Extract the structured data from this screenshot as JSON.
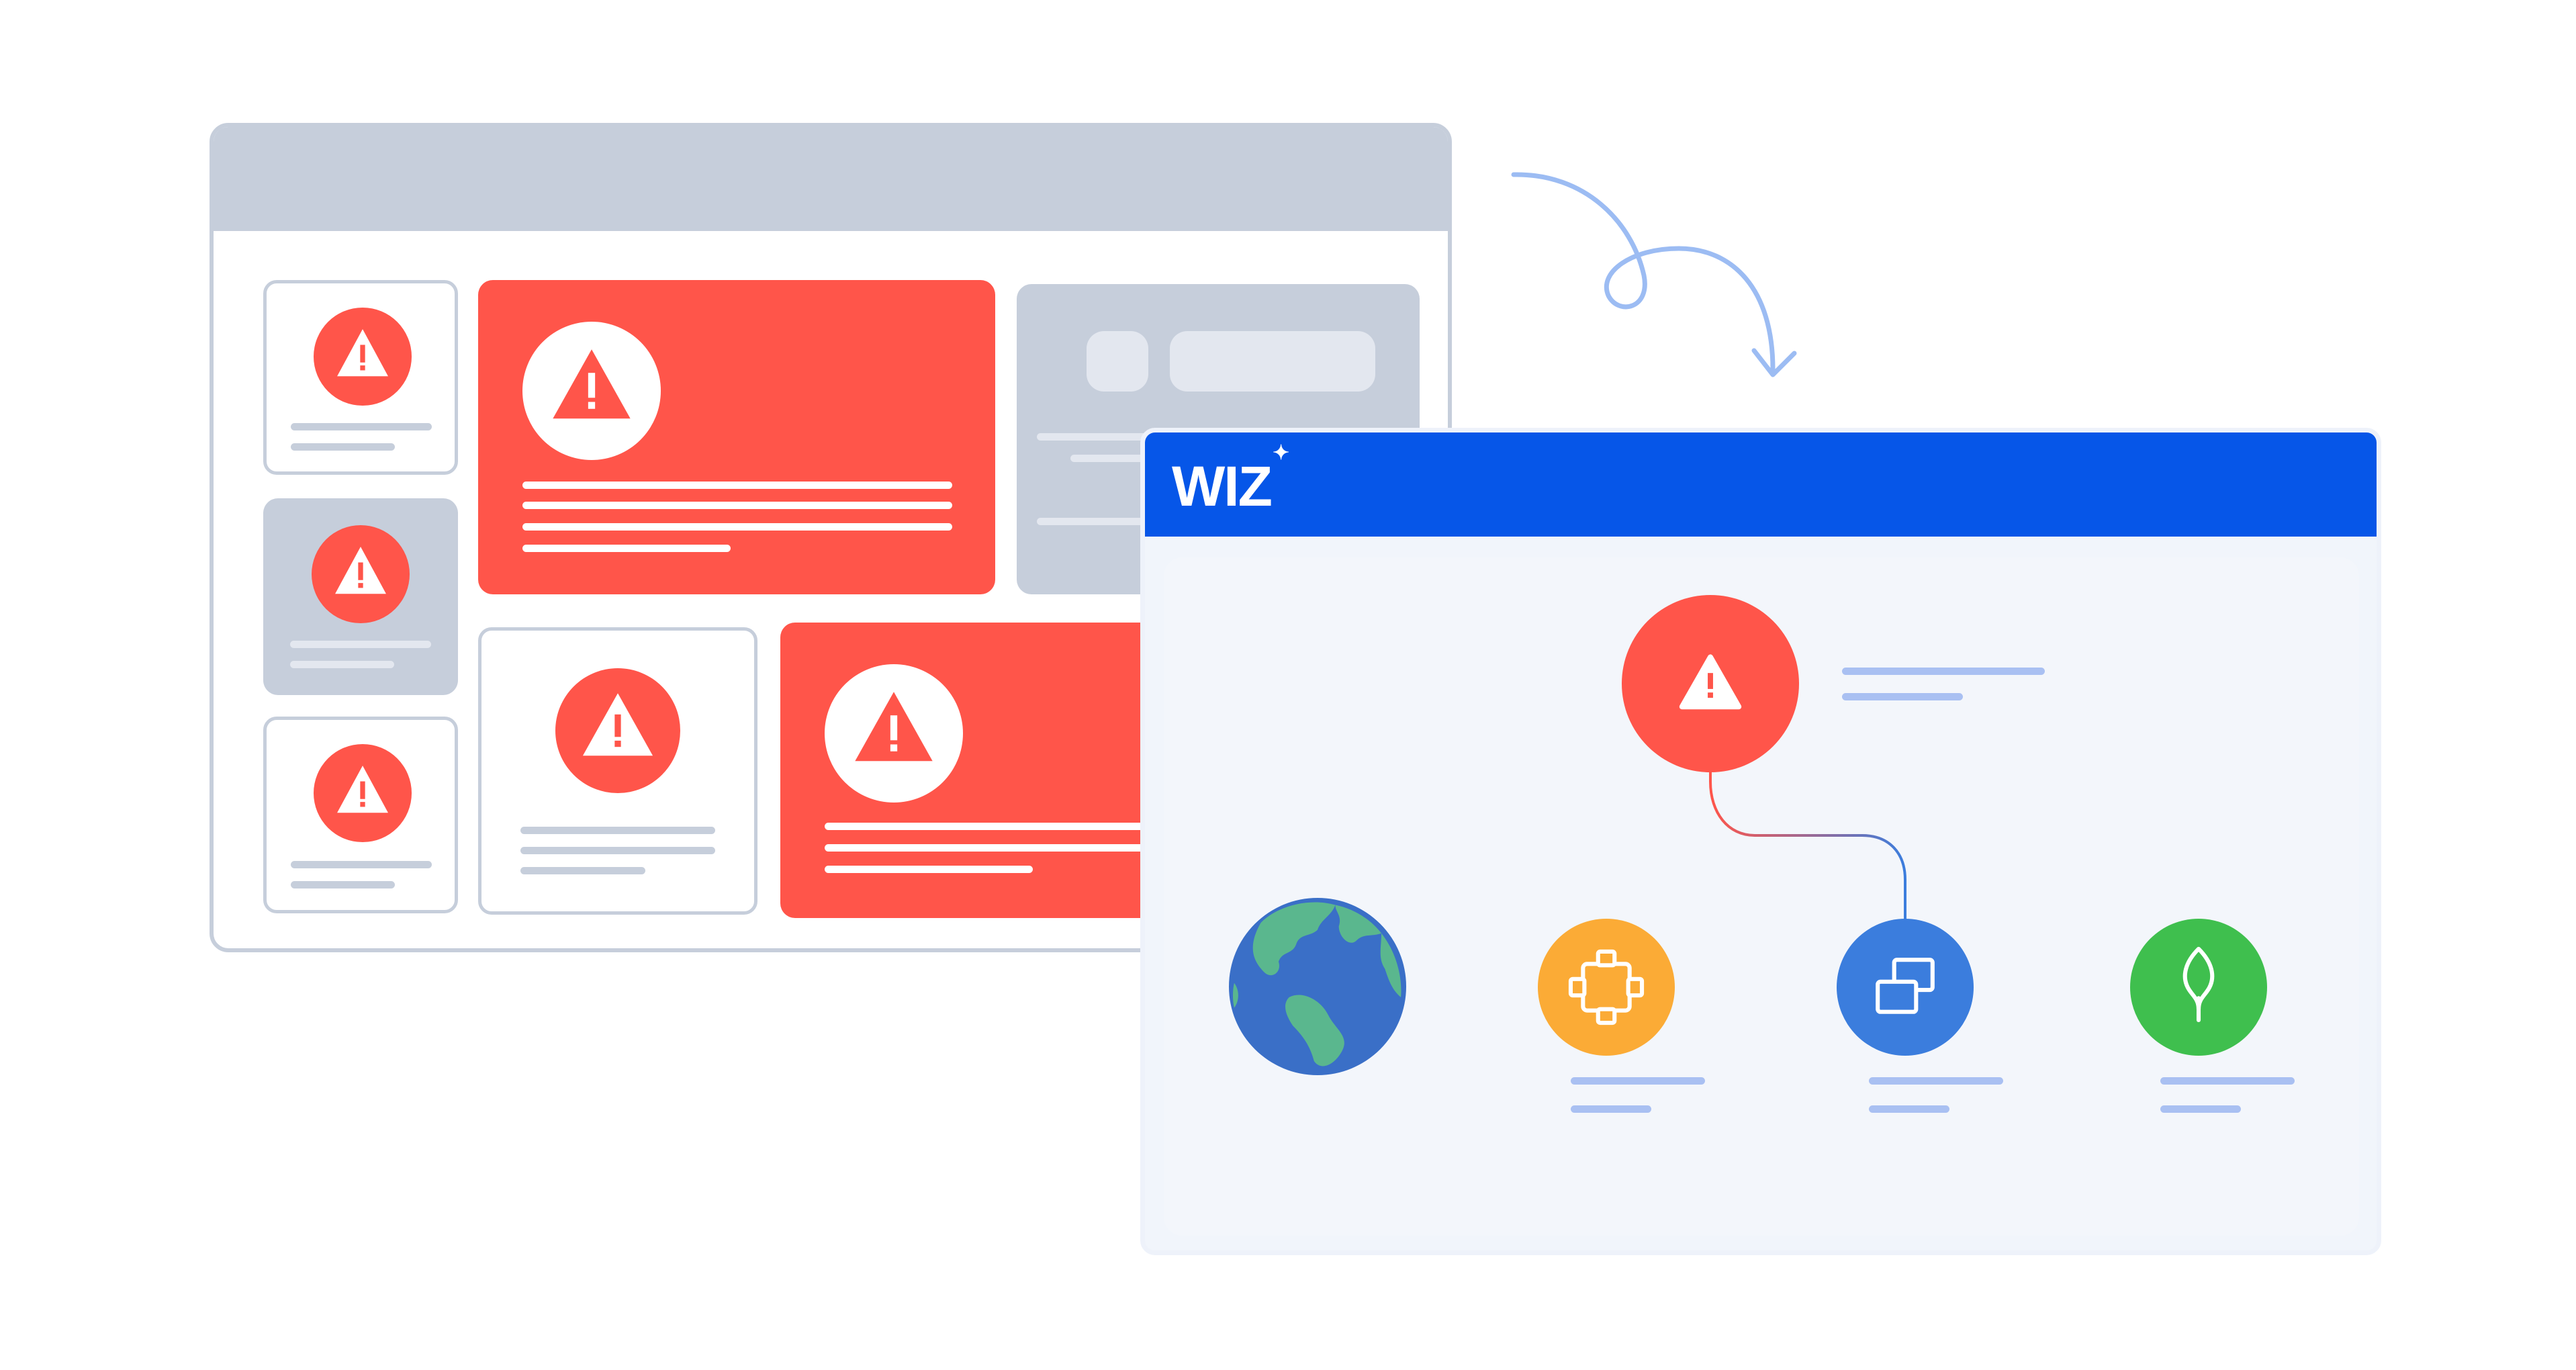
{
  "brand": {
    "logo_text": "WIZ",
    "sparkle_glyph": "✦"
  },
  "colors": {
    "alert_red": "#ff554a",
    "legacy_grey": "#c6cedb",
    "wiz_blue": "#0656e8",
    "placeholder_blue": "#a9c0f2",
    "internet_blue": "#3a6fc7",
    "internet_green": "#5ab78e",
    "gateway_orange": "#fbab36",
    "compute_blue": "#3b7ddd",
    "database_green": "#3fbf4e",
    "arrow_blue": "#9cbcf3"
  },
  "legacy_dashboard": {
    "alert_cards": [
      {
        "style": "outline",
        "icon": "warning-icon"
      },
      {
        "style": "red",
        "icon": "warning-icon"
      },
      {
        "style": "grey",
        "icon": "none"
      },
      {
        "style": "grey",
        "icon": "warning-icon"
      },
      {
        "style": "outline",
        "icon": "warning-icon"
      },
      {
        "style": "red",
        "icon": "warning-icon"
      },
      {
        "style": "outline",
        "icon": "warning-icon"
      }
    ]
  },
  "wiz_window": {
    "graph": {
      "issue_node": {
        "icon": "warning-icon",
        "color": "#ff554a"
      },
      "nodes": [
        {
          "name": "internet",
          "icon": "globe-icon"
        },
        {
          "name": "gateway",
          "icon": "gateway-icon"
        },
        {
          "name": "virtual-machine",
          "icon": "vm-icon"
        },
        {
          "name": "database",
          "icon": "mongodb-leaf-icon"
        }
      ]
    }
  },
  "transition_arrow": {
    "icon": "curly-arrow-icon"
  }
}
